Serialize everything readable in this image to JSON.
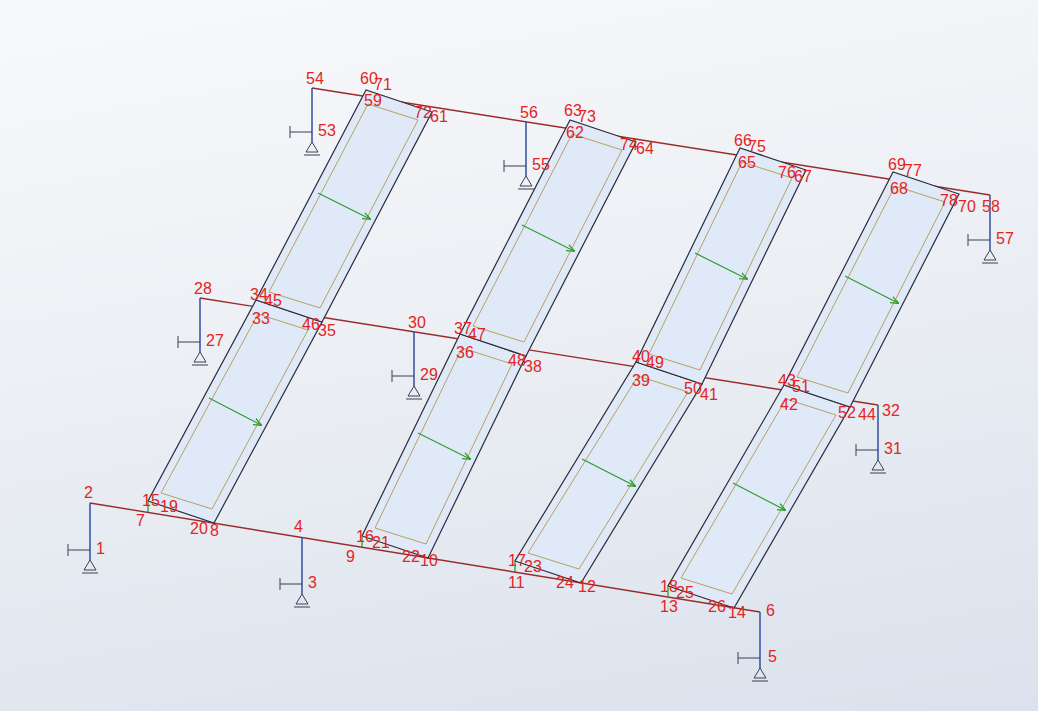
{
  "diagram": {
    "labels": [
      "54",
      "60",
      "71",
      "59",
      "72",
      "61",
      "56",
      "63",
      "73",
      "62",
      "53",
      "74",
      "64",
      "66",
      "75",
      "65",
      "55",
      "76",
      "67",
      "69",
      "77",
      "68",
      "78",
      "70",
      "58",
      "57",
      "28",
      "34",
      "45",
      "33",
      "46",
      "35",
      "30",
      "37",
      "47",
      "27",
      "36",
      "48",
      "38",
      "40",
      "49",
      "29",
      "39",
      "50",
      "41",
      "43",
      "51",
      "42",
      "52",
      "44",
      "32",
      "31",
      "2",
      "15",
      "19",
      "7",
      "20",
      "8",
      "4",
      "16",
      "21",
      "1",
      "9",
      "22",
      "10",
      "17",
      "23",
      "11",
      "3",
      "24",
      "12",
      "18",
      "25",
      "13",
      "26",
      "14",
      "6",
      "5"
    ]
  }
}
